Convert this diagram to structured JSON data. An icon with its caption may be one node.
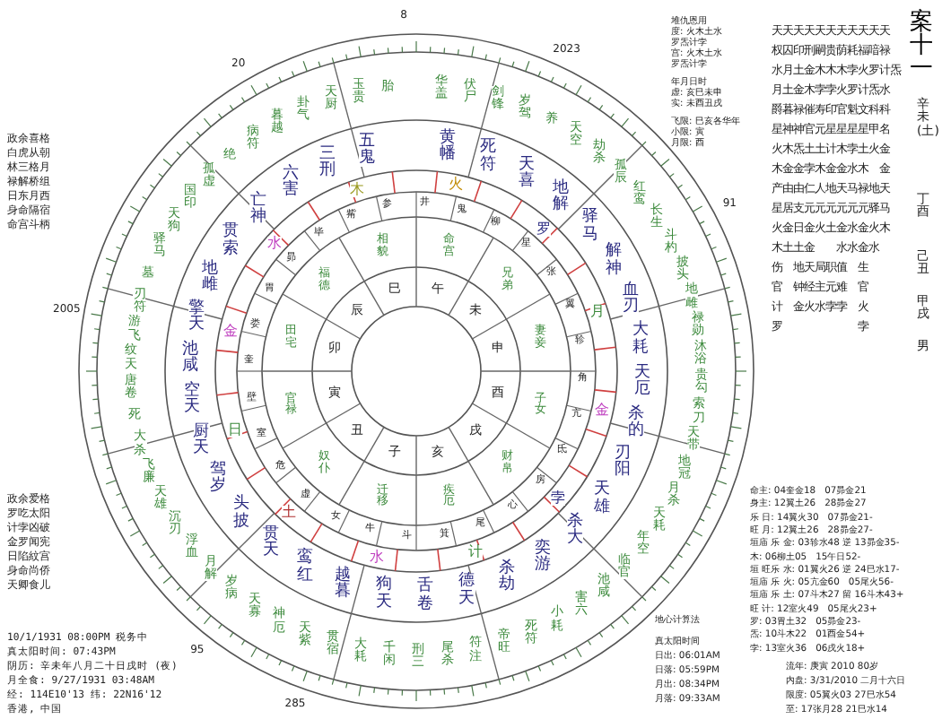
{
  "diagram": {
    "title": "案十一",
    "labels": [
      "政余喜格",
      "白虎从朝",
      "林三格月",
      "禄解桥组",
      "日东月西",
      "身命隔宿",
      "命宫斗柄",
      "政余爱格",
      "罗吃太阳",
      "计孛凶破",
      "金罗闻宪",
      "日陷紋宫",
      "身命尚侨",
      "天卿食儿",
      "10/1/1931 08:00PM 税务中",
      "真太阳时间: 07:43PM",
      "阴历: 辛未年八月二十日戌时 (夜)",
      "月全食: 9/27/1931 03:48AM",
      "经: 114E10'13 纬: 22N16'12",
      "香港, 中国",
      "堆仇恩用",
      "度: 火木土水",
      "罗炁计孛",
      "宫: 火木土水",
      "罗炁计孛",
      "年月日时",
      "虚: 亥巳未申",
      "实: 未酉丑戌",
      "飞限: 巳亥各华年",
      "小限: 寅",
      "月限: 酉",
      "天天天天天天天天天天天",
      "权囚印刑嗣贵荫耗福喑禄",
      "水月土金木木木孛火罗计炁",
      "月土金木孛孛火罗计炁水",
      "爵暮禄催寿印官魁文科科",
      "星神神官元星星星星甲名",
      "火木炁土土计木孛土火金",
      "木金金孛木金金水木　金",
      "产由由仁人地天马禄地天",
      "星居支元元元元元元驿马",
      "火金日金火土金水金火木",
      "木土土金　　水水金水",
      "伤　地天局职值　生",
      "官　钟经主元难　官",
      "计　金火水孛孛　火",
      "罗　　　　　　　孛",
      "辛未(土)",
      "丁酉",
      "己丑",
      "甲戌",
      "男",
      "命主: 04奎金18　07昴金21",
      "身主: 12翼土26　28昴金27",
      "乐 日: 14翼火30　07昴金21-",
      "旺 月: 12翼土26　28昴金27-",
      "垣庙 乐 金: 03轸水48 逆 13昴金35-",
      "木: 06柳土05　15午日52-",
      "垣 旺乐 水: 01翼火26 逆 24巳水17-",
      "垣庙 乐 火: 05亢金60　05尾火56-",
      "垣庙 乐 土: 07斗木27 留 16斗木43+",
      "旺 计: 12室火49　05尾火23+",
      "罗: 03胃土32　05昴金23-",
      "炁: 10斗木22　01酉金54+",
      "孛: 13室火36　06戌火18+",
      "地心计算法",
      "真太阳时间",
      "日出: 06:01AM",
      "日落: 05:59PM",
      "月出: 08:34PM",
      "月落: 09:33AM",
      "流年: 庚寅 2010 80岁",
      "内盘: 3/31/2010 二月十六日",
      "限度: 05翼火03 27巳水54",
      "至: 17张月28 21巳水14",
      "华盖",
      "伏尸",
      "剑锋",
      "岁驾",
      "养",
      "天空",
      "劫杀",
      "孤辰",
      "红鸾",
      "长生",
      "斗杓",
      "披头",
      "地雌",
      "禄勋",
      "沐浴",
      "贵勾",
      "索刀",
      "天带",
      "地冠",
      "月杀",
      "天耗",
      "年空",
      "临官",
      "池咸",
      "害六",
      "小耗",
      "死符",
      "帝旺",
      "符注",
      "尾杀",
      "刑三",
      "千闲",
      "大耗",
      "贯宿",
      "天紫",
      "神厄",
      "天寡",
      "岁病",
      "月解",
      "浮血",
      "沉刃",
      "天雄",
      "飞廉",
      "大杀",
      "死",
      "唐卷",
      "纹天",
      "游飞",
      "刃符",
      "墓",
      "驿马",
      "天狗",
      "国印",
      "孤虚",
      "绝",
      "病符",
      "暮越",
      "卦气",
      "天厨",
      "玉贵",
      "胎",
      "黄幡",
      "死符",
      "天喜",
      "地解",
      "驿马",
      "解神",
      "血刃",
      "大耗",
      "天厄",
      "杀的",
      "刃阳",
      "天雄",
      "杀大",
      "奕游",
      "杀劫",
      "德天",
      "舌卷",
      "狗天",
      "越暮",
      "鸾红",
      "贯天",
      "头披",
      "驾岁",
      "厨天",
      "空天",
      "池咸",
      "擎天",
      "地雌",
      "贯索",
      "亡神",
      "六害",
      "三刑",
      "五鬼",
      "木",
      "火",
      "罗",
      "月",
      "金",
      "孛",
      "计",
      "水",
      "土",
      "日",
      "金",
      "水",
      "井",
      "鬼",
      "柳",
      "星",
      "张",
      "翼",
      "轸",
      "角",
      "亢",
      "氐",
      "房",
      "心",
      "尾",
      "箕",
      "斗",
      "牛",
      "女",
      "虚",
      "危",
      "室",
      "壁",
      "奎",
      "娄",
      "胃",
      "昴",
      "毕",
      "觜",
      "参",
      "命宫",
      "兄弟",
      "妻妾",
      "子女",
      "财帛",
      "疾厄",
      "迁移",
      "奴仆",
      "官禄",
      "田宅",
      "福德",
      "相貌",
      "子",
      "丑",
      "寅",
      "卯",
      "辰",
      "巳",
      "午",
      "未",
      "申",
      "酉",
      "戌",
      "亥",
      "20",
      "8",
      "2023",
      "91",
      "2005",
      "95",
      "285"
    ]
  }
}
